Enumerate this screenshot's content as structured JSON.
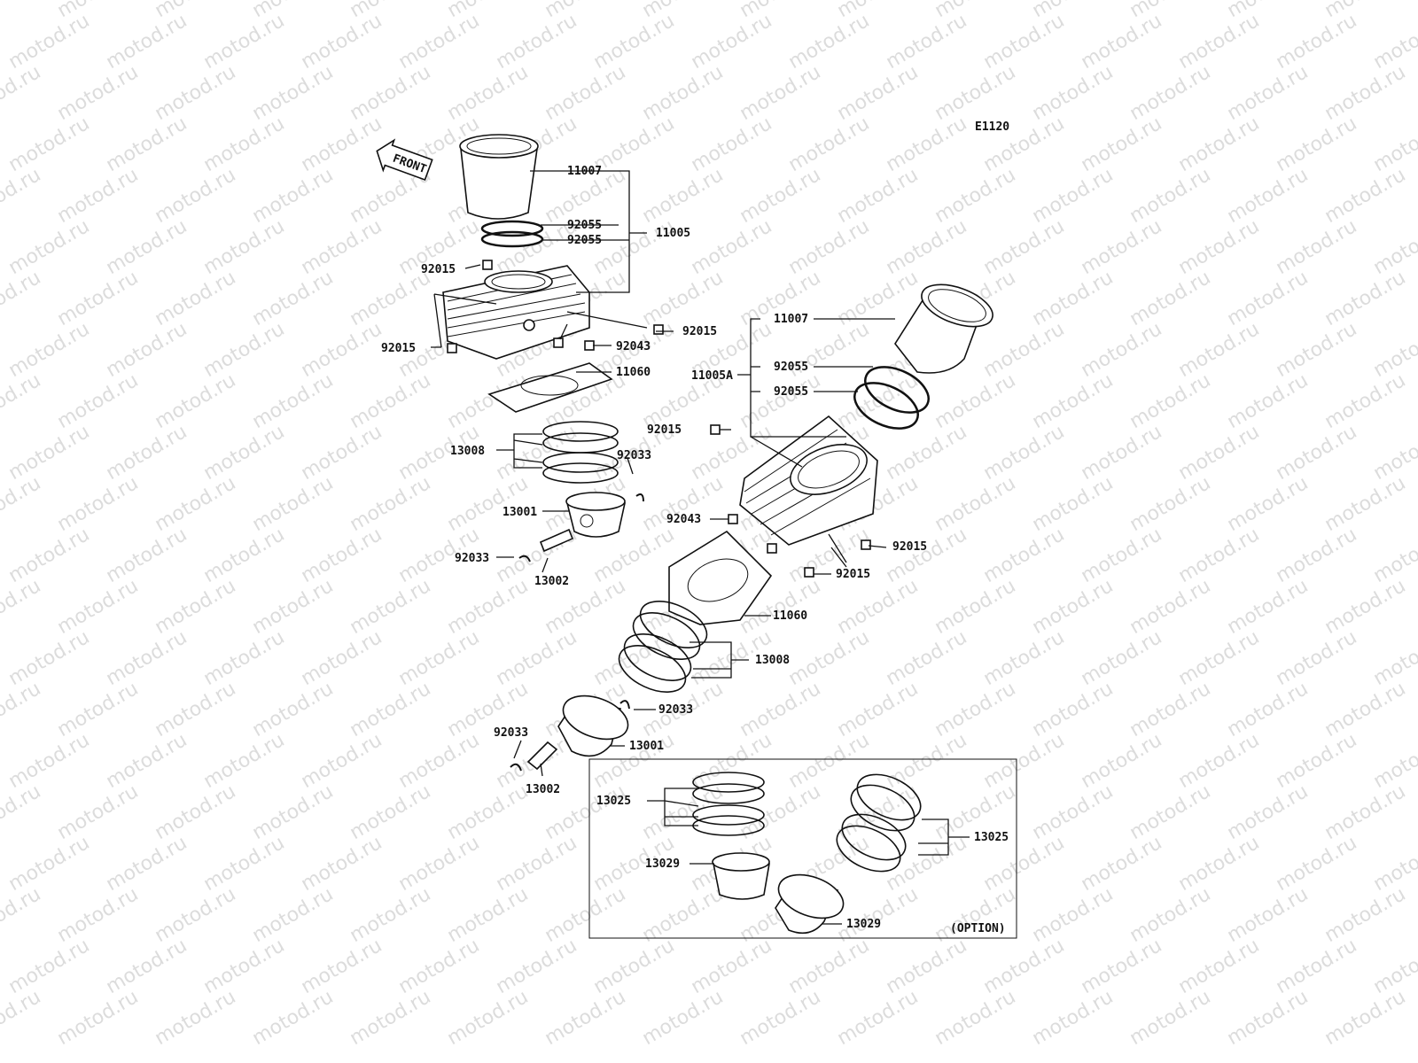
{
  "diagram_code": "E1120",
  "watermark": "motod.ru",
  "front_arrow_label": "FRONT",
  "option_label": "(OPTION)",
  "labels": {
    "l1_11007": "11007",
    "l1_92055a": "92055",
    "l1_92055b": "92055",
    "l1_11005": "11005",
    "l1_92015a": "92015",
    "l1_92015b": "92015",
    "l1_92015c": "92015",
    "l1_92043": "92043",
    "l1_11060": "11060",
    "l1_13008": "13008",
    "l1_92033a": "92033",
    "l1_13001": "13001",
    "l1_92033b": "92033",
    "l1_13002": "13002",
    "r_11007": "11007",
    "r_92055a": "92055",
    "r_11005A": "11005A",
    "r_92055b": "92055",
    "r_92015a": "92015",
    "r_92043": "92043",
    "r_92015b": "92015",
    "r_92015c": "92015",
    "r_11060": "11060",
    "r_13008": "13008",
    "r_92033a": "92033",
    "r_92033b": "92033",
    "r_13001": "13001",
    "r_13002": "13002",
    "o_13025a": "13025",
    "o_13029a": "13029",
    "o_13025b": "13025",
    "o_13029b": "13029"
  }
}
